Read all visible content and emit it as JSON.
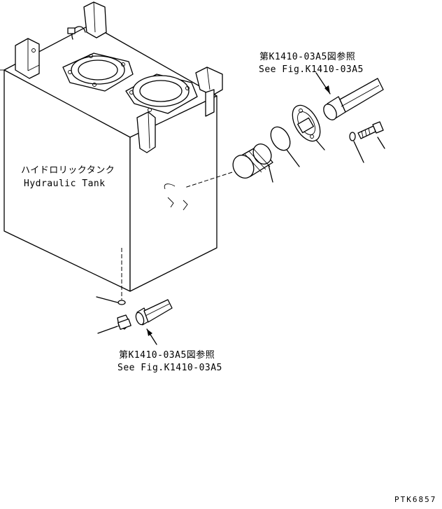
{
  "labels": {
    "tank_jp": "ハイドロリックタンク",
    "tank_en": "Hydraulic Tank",
    "ref_top_jp": "第K1410-03A5図参照",
    "ref_top_en": "See Fig.K1410-03A5",
    "ref_bottom_jp": "第K1410-03A5図参照",
    "ref_bottom_en": "See Fig.K1410-03A5",
    "drawing_code": "PTK6857"
  }
}
